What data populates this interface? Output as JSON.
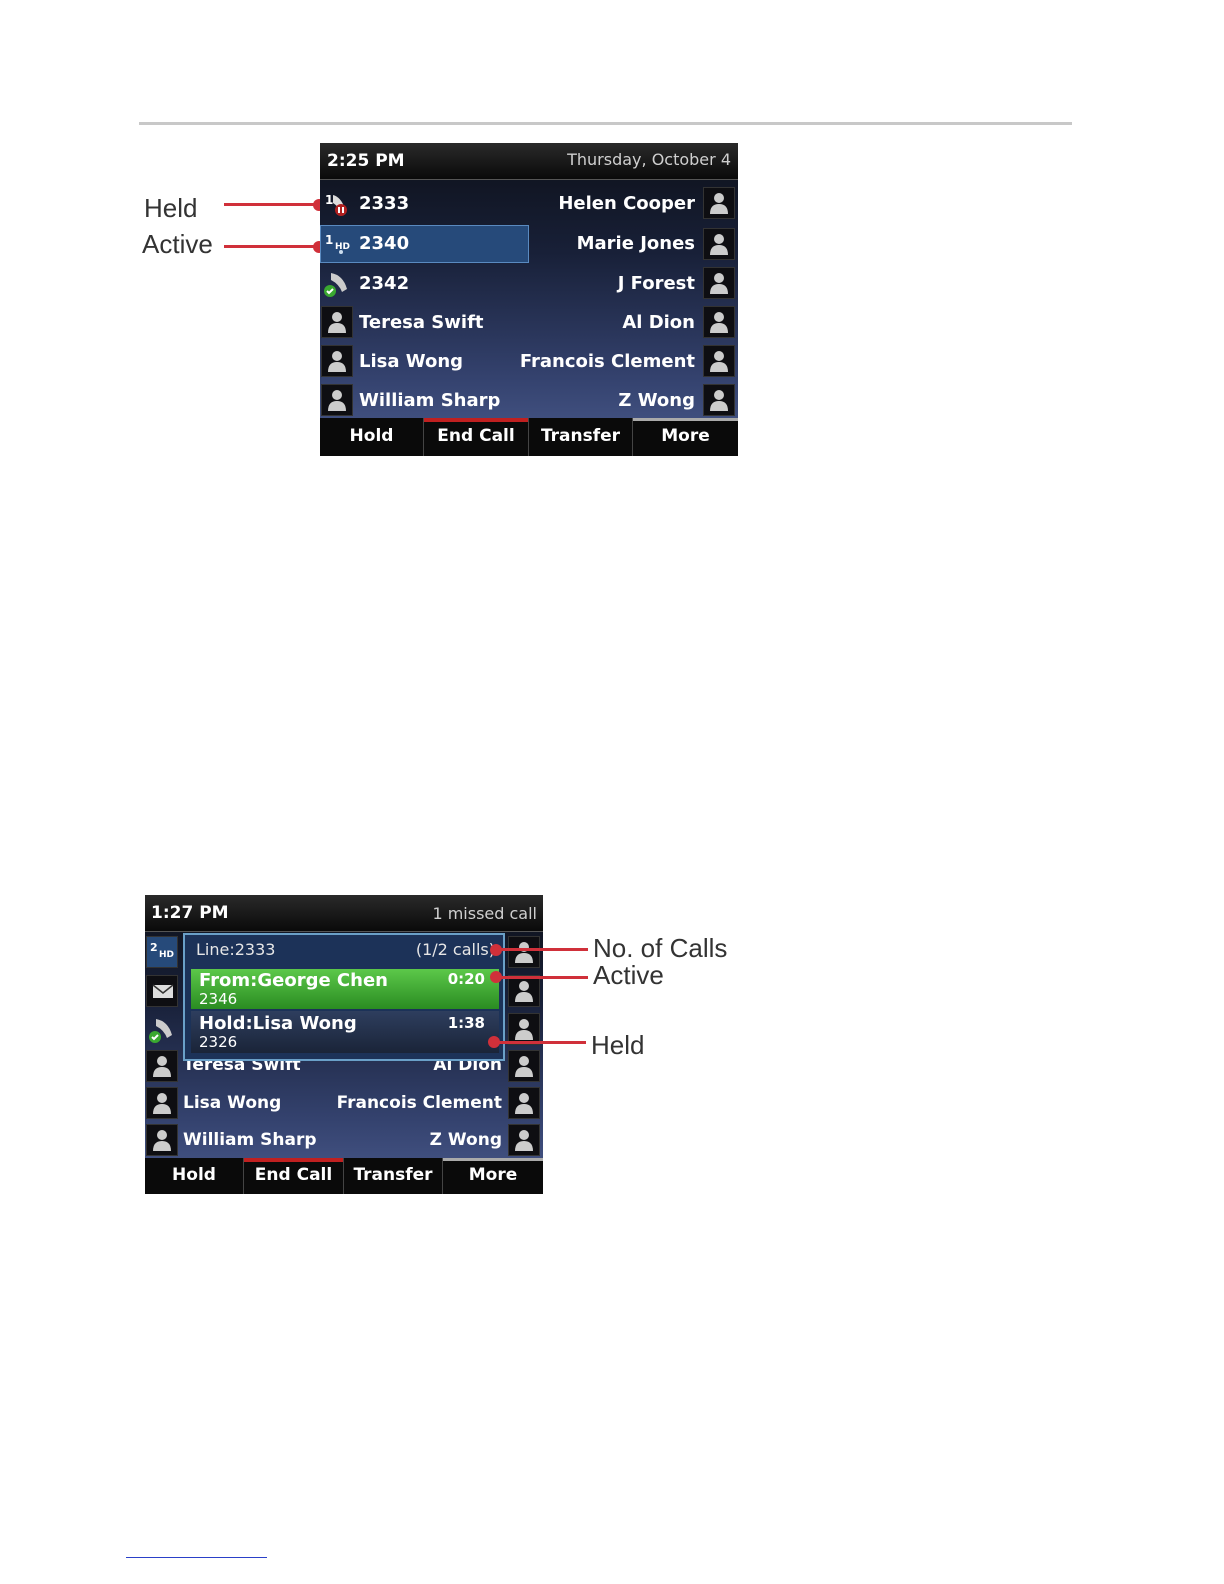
{
  "screen1": {
    "time": "2:25 PM",
    "date": "Thursday, October 4",
    "lines": [
      {
        "number": "2333",
        "badge": "1",
        "icon": "held-handset-icon",
        "contact": "Helen Cooper"
      },
      {
        "number": "2340",
        "badge": "1",
        "icon": "hd-active-icon",
        "contact": "Marie Jones"
      },
      {
        "number": "2342",
        "badge": "",
        "icon": "registered-handset-icon",
        "contact": "J Forest"
      },
      {
        "number": "Teresa Swift",
        "badge": "",
        "icon": "contact-icon",
        "contact": "Al Dion"
      },
      {
        "number": "Lisa Wong",
        "badge": "",
        "icon": "contact-icon",
        "contact": "Francois Clement"
      },
      {
        "number": "William Sharp",
        "badge": "",
        "icon": "contact-icon",
        "contact": "Z Wong"
      }
    ],
    "softkeys": [
      "Hold",
      "End Call",
      "Transfer",
      "More"
    ],
    "callouts": {
      "held": "Held",
      "active": "Active"
    }
  },
  "screen2": {
    "time": "1:27 PM",
    "status": "1 missed call",
    "left_badge": "2",
    "popup": {
      "line": "Line:2333",
      "count": "(1/2 calls)",
      "calls": [
        {
          "title": "From:George Chen",
          "number": "2346",
          "duration": "0:20",
          "state": "active"
        },
        {
          "title": "Hold:Lisa Wong",
          "number": "2326",
          "duration": "1:38",
          "state": "held"
        }
      ]
    },
    "partial_row": {
      "left": "Teresa Swift",
      "right": "Al Dion"
    },
    "rows": [
      {
        "left": "Lisa Wong",
        "right": "Francois Clement"
      },
      {
        "left": "William Sharp",
        "right": "Z Wong"
      }
    ],
    "softkeys": [
      "Hold",
      "End Call",
      "Transfer",
      "More"
    ],
    "callouts": {
      "calls": "No. of Calls",
      "active": "Active",
      "held": "Held"
    }
  },
  "colors": {
    "active_call": "#3aa830",
    "callout_line": "#d0303a",
    "end_call_bar": "#c02020"
  }
}
